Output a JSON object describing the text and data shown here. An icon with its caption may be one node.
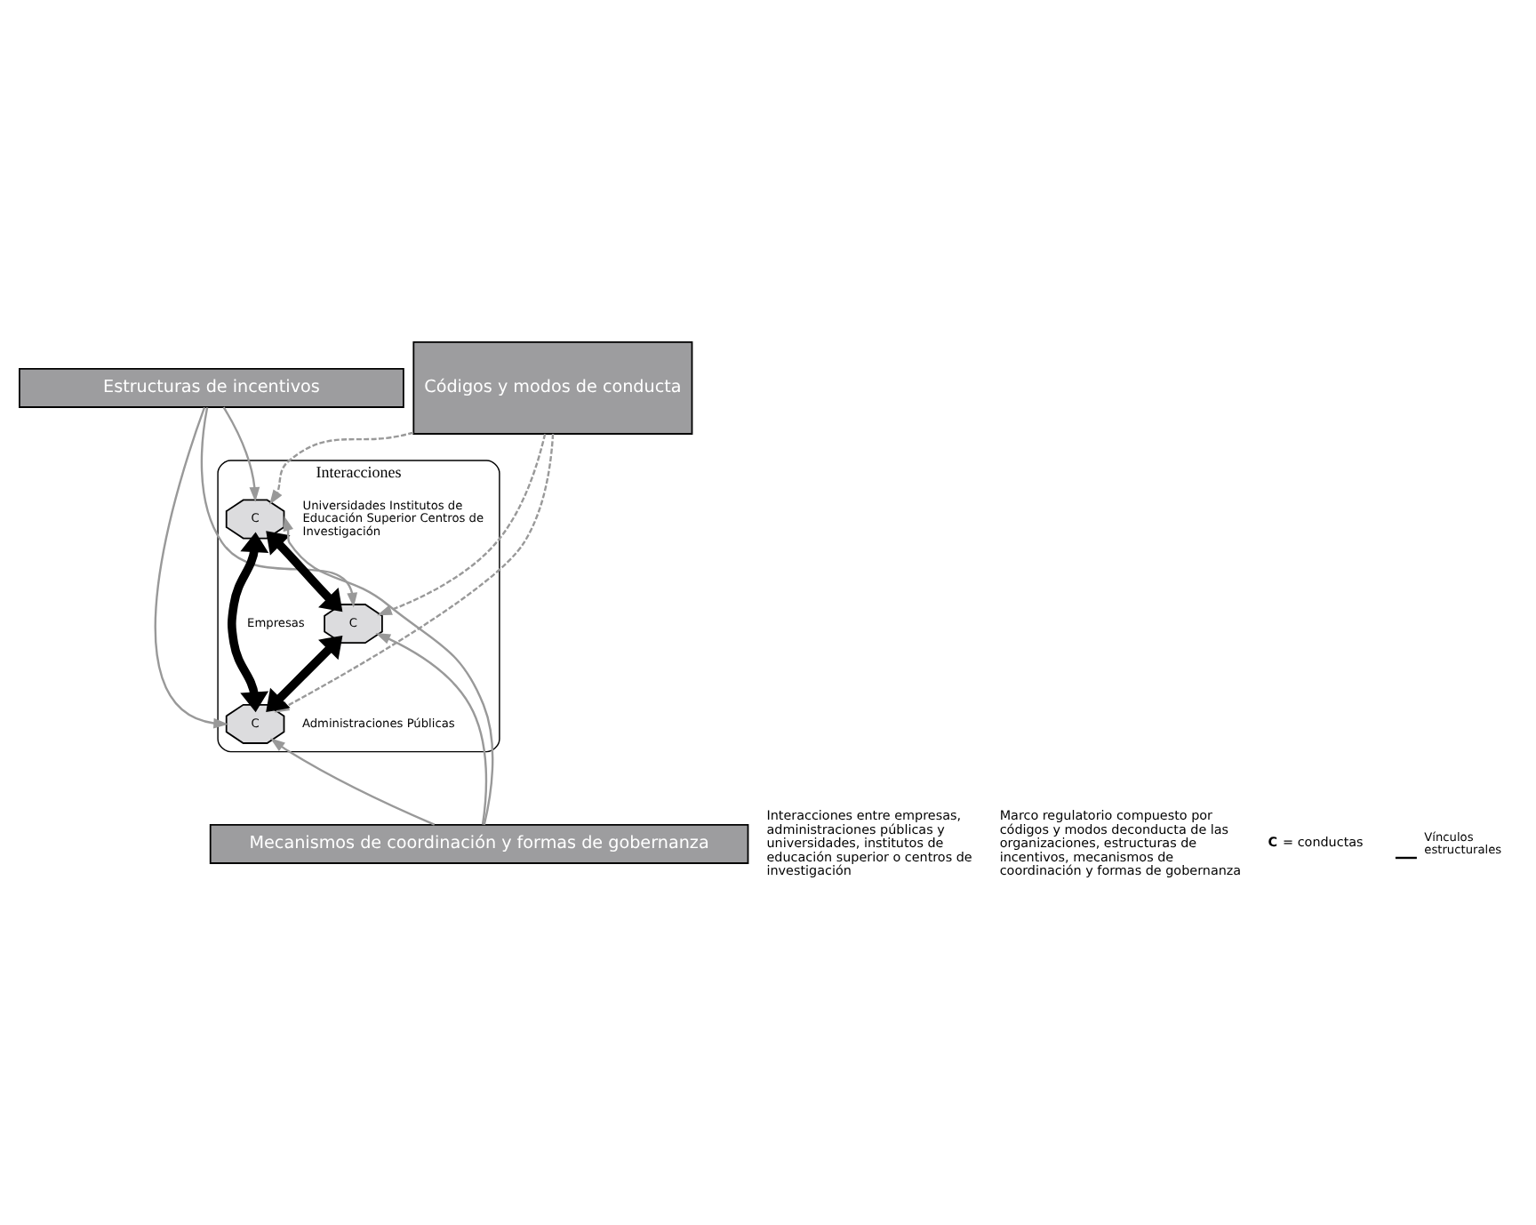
{
  "diagram": {
    "nodes": [
      {
        "text": [
          "Estructuras de incentivos"
        ]
      },
      {
        "text": [
          "Códigos y modos de conducta"
        ]
      },
      {
        "text": [
          "Mecanismos de coordinación y formas de gobernanza"
        ]
      },
      {
        "text": [
          "Interacciones"
        ]
      },
      {
        "text": [
          "C"
        ],
        "in": 3,
        "beside": [
          "Empresas"
        ]
      },
      {
        "text": [
          "C"
        ],
        "in": 3,
        "beside": [
          "Universidades Institutos de Educación Superior Centros de Investigación"
        ]
      },
      {
        "text": [
          "C"
        ],
        "in": 3,
        "beside": [
          "Administraciones Públicas"
        ]
      }
    ],
    "edges": [
      {
        "from": 0,
        "to": 4,
        "arrow": "to"
      },
      {
        "from": 0,
        "to": 6,
        "arrow": "to"
      },
      {
        "from": 0,
        "to": 5,
        "arrow": "to"
      },
      {
        "from": 4,
        "to": 5,
        "arrow": "both",
        "style": "thick",
        "color": "#000000"
      },
      {
        "from": 4,
        "to": 6,
        "arrow": "both",
        "style": "thick",
        "color": "#000000"
      },
      {
        "from": 6,
        "to": 5,
        "arrow": "both",
        "style": "thick",
        "color": "#000000"
      },
      {
        "from": 1,
        "to": 5,
        "arrow": "to",
        "style": "dashed"
      },
      {
        "from": 1,
        "to": 4,
        "arrow": "to",
        "style": "dashed"
      },
      {
        "from": 1,
        "to": 6,
        "arrow": "to",
        "style": "dashed"
      },
      {
        "from": 2,
        "to": 6,
        "arrow": "to"
      },
      {
        "from": 2,
        "to": 4,
        "arrow": "to"
      },
      {
        "from": 2,
        "to": 5,
        "arrow": "to"
      }
    ],
    "labels": [
      "Interacciones entre empresas, administraciones públicas y universidades, institutos de educación superior o centros de investigación",
      "Marco regulatorio compuesto por códigos y modos deconducta de las organizaciones, estructuras de incentivos, mecanismos de coordinación y formas de gobernanza",
      "**C** = conductas"
    ],
    "legend": [
      {
        "text": "Vínculos estructurales"
      }
    ]
  }
}
